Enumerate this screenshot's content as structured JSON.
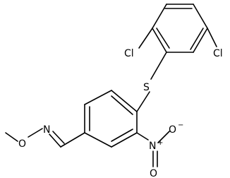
{
  "structure": {
    "atoms": {
      "cl_top_left": "Cl",
      "cl_top_right": "Cl",
      "sulfur": "S",
      "nitro_nitrogen": "N",
      "nitro_plus": "+",
      "nitro_oxygen_top": "O",
      "nitro_minus": "−",
      "nitro_oxygen_bottom": "O",
      "oxime_nitrogen": "N",
      "methoxy_oxygen": "O"
    }
  }
}
